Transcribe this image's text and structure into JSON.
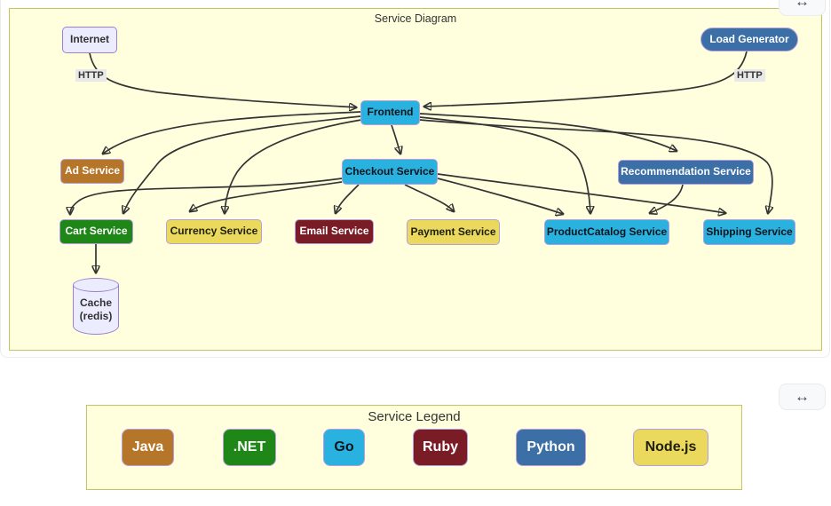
{
  "app": {
    "expand_button_icon": "↔"
  },
  "diagram": {
    "title": "Service Diagram",
    "background": "#ffffde",
    "border_color": "#c3c368",
    "edge_color": "#333333",
    "nodes": [
      {
        "id": "internet",
        "label": "Internet",
        "tech": "external",
        "shape": "rect",
        "fill": "#ECECFF",
        "text_color": "#333333"
      },
      {
        "id": "load-generator",
        "label": "Load Generator",
        "tech": "python",
        "shape": "stadium",
        "fill": "#3b6fa5",
        "text_color": "#ffffff"
      },
      {
        "id": "frontend",
        "label": "Frontend",
        "tech": "go",
        "shape": "rect",
        "fill": "#29b2df",
        "text_color": "#1a1a1a"
      },
      {
        "id": "ad-service",
        "label": "Ad Service",
        "tech": "java",
        "shape": "rect",
        "fill": "#b5762a",
        "text_color": "#ffffff"
      },
      {
        "id": "checkout-service",
        "label": "Checkout Service",
        "tech": "go",
        "shape": "rect",
        "fill": "#29b2df",
        "text_color": "#1a1a1a"
      },
      {
        "id": "recommendation-service",
        "label": "Recommendation Service",
        "tech": "python",
        "shape": "rect",
        "fill": "#3b6fa5",
        "text_color": "#ffffff"
      },
      {
        "id": "cart-service",
        "label": "Cart Service",
        "tech": "dotnet",
        "shape": "rect",
        "fill": "#1e8718",
        "text_color": "#ffffff"
      },
      {
        "id": "currency-service",
        "label": "Currency Service",
        "tech": "nodejs",
        "shape": "rect",
        "fill": "#ead95c",
        "text_color": "#1a1a1a"
      },
      {
        "id": "email-service",
        "label": "Email Service",
        "tech": "ruby",
        "shape": "rect",
        "fill": "#7a1c26",
        "text_color": "#ffffff"
      },
      {
        "id": "payment-service",
        "label": "Payment Service",
        "tech": "nodejs",
        "shape": "rect",
        "fill": "#ead95c",
        "text_color": "#1a1a1a"
      },
      {
        "id": "productcatalog-service",
        "label": "ProductCatalog Service",
        "tech": "go",
        "shape": "rect",
        "fill": "#29b2df",
        "text_color": "#1a1a1a"
      },
      {
        "id": "shipping-service",
        "label": "Shipping Service",
        "tech": "go",
        "shape": "rect",
        "fill": "#29b2df",
        "text_color": "#1a1a1a"
      },
      {
        "id": "cache",
        "label": "Cache (redis)",
        "tech": "datastore",
        "shape": "cylinder",
        "fill": "#ECECFF",
        "text_color": "#333333"
      }
    ],
    "edges": [
      {
        "from": "internet",
        "to": "frontend",
        "label": "HTTP"
      },
      {
        "from": "load-generator",
        "to": "frontend",
        "label": "HTTP"
      },
      {
        "from": "frontend",
        "to": "checkout-service"
      },
      {
        "from": "frontend",
        "to": "ad-service"
      },
      {
        "from": "frontend",
        "to": "cart-service"
      },
      {
        "from": "frontend",
        "to": "currency-service"
      },
      {
        "from": "frontend",
        "to": "recommendation-service"
      },
      {
        "from": "frontend",
        "to": "productcatalog-service"
      },
      {
        "from": "frontend",
        "to": "shipping-service"
      },
      {
        "from": "checkout-service",
        "to": "cart-service"
      },
      {
        "from": "checkout-service",
        "to": "currency-service"
      },
      {
        "from": "checkout-service",
        "to": "email-service"
      },
      {
        "from": "checkout-service",
        "to": "payment-service"
      },
      {
        "from": "checkout-service",
        "to": "productcatalog-service"
      },
      {
        "from": "checkout-service",
        "to": "shipping-service"
      },
      {
        "from": "recommendation-service",
        "to": "productcatalog-service"
      },
      {
        "from": "cart-service",
        "to": "cache"
      }
    ]
  },
  "legend": {
    "title": "Service Legend",
    "items": [
      {
        "label": "Java",
        "color": "#b5762a",
        "text_color": "#ffffff"
      },
      {
        "label": ".NET",
        "color": "#1e8718",
        "text_color": "#ffffff"
      },
      {
        "label": "Go",
        "color": "#29b2df",
        "text_color": "#1a1a1a"
      },
      {
        "label": "Ruby",
        "color": "#7a1c26",
        "text_color": "#ffffff"
      },
      {
        "label": "Python",
        "color": "#3b6fa5",
        "text_color": "#ffffff"
      },
      {
        "label": "Node.js",
        "color": "#ead95c",
        "text_color": "#1a1a1a"
      }
    ]
  }
}
